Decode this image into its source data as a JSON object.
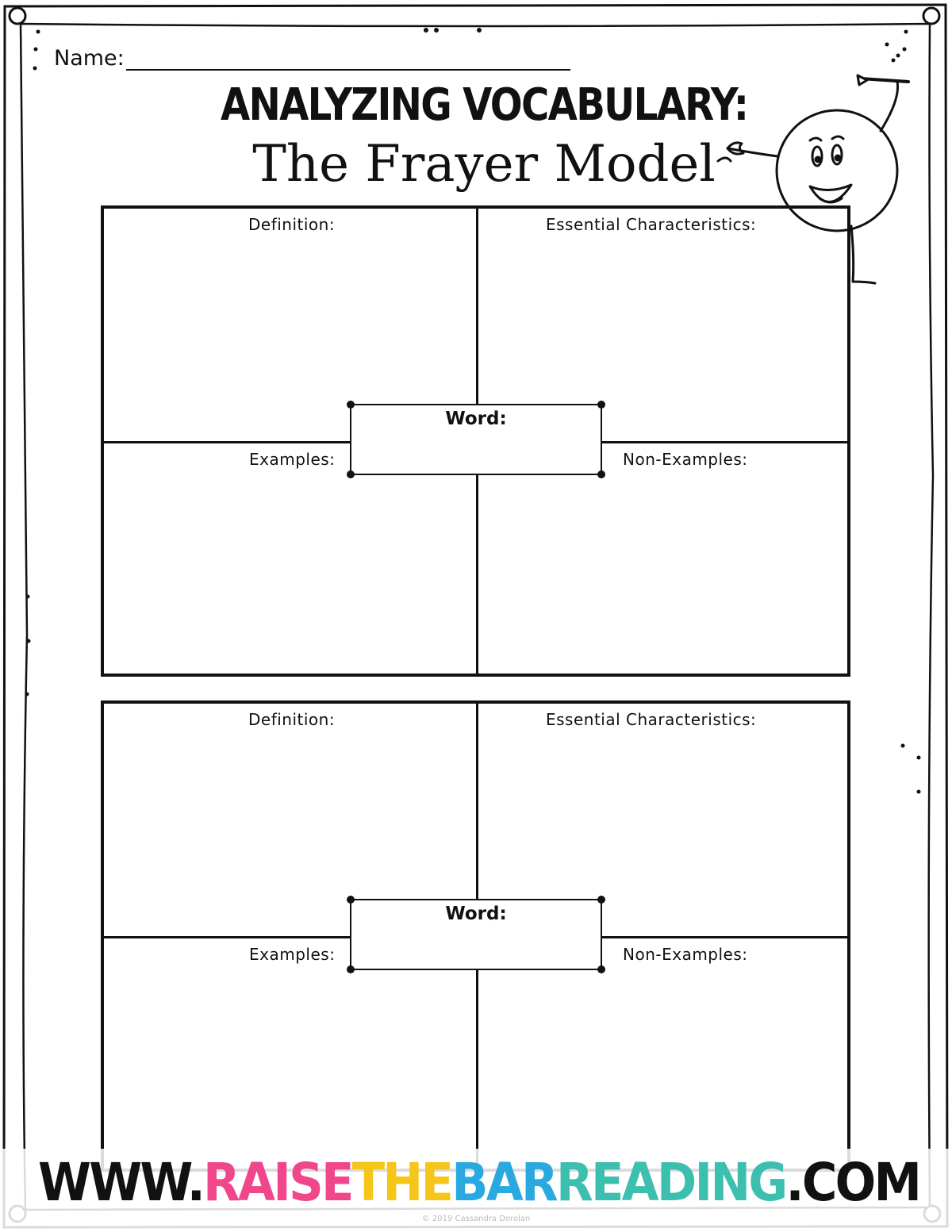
{
  "header": {
    "name_label": "Name:",
    "title_line1": "ANALYZING VOCABULARY:",
    "title_line2": "The Frayer Model"
  },
  "frayer_models": [
    {
      "definition_label": "Definition:",
      "characteristics_label": "Essential Characteristics:",
      "examples_label": "Examples:",
      "non_examples_label": "Non-Examples:",
      "word_label": "Word:"
    },
    {
      "definition_label": "Definition:",
      "characteristics_label": "Essential Characteristics:",
      "examples_label": "Examples:",
      "non_examples_label": "Non-Examples:",
      "word_label": "Word:"
    }
  ],
  "footer": {
    "url_prefix": "WWW.",
    "url_segments": [
      {
        "text": "RAISE",
        "color": "#f0468c"
      },
      {
        "text": "THE",
        "color": "#f5c518"
      },
      {
        "text": "BAR",
        "color": "#2aa9e0"
      },
      {
        "text": "READING",
        "color": "#3dbfb0"
      }
    ],
    "url_suffix": ".COM",
    "copyright": "© 2019 Cassandra Dorolan"
  },
  "colors": {
    "ink": "#111111",
    "raise": "#f0468c",
    "the": "#f5c518",
    "bar": "#2aa9e0",
    "reading": "#3dbfb0"
  },
  "icons": {
    "mascot": "cartoon-ball-character-icon",
    "pencil": "pencil-icon"
  }
}
